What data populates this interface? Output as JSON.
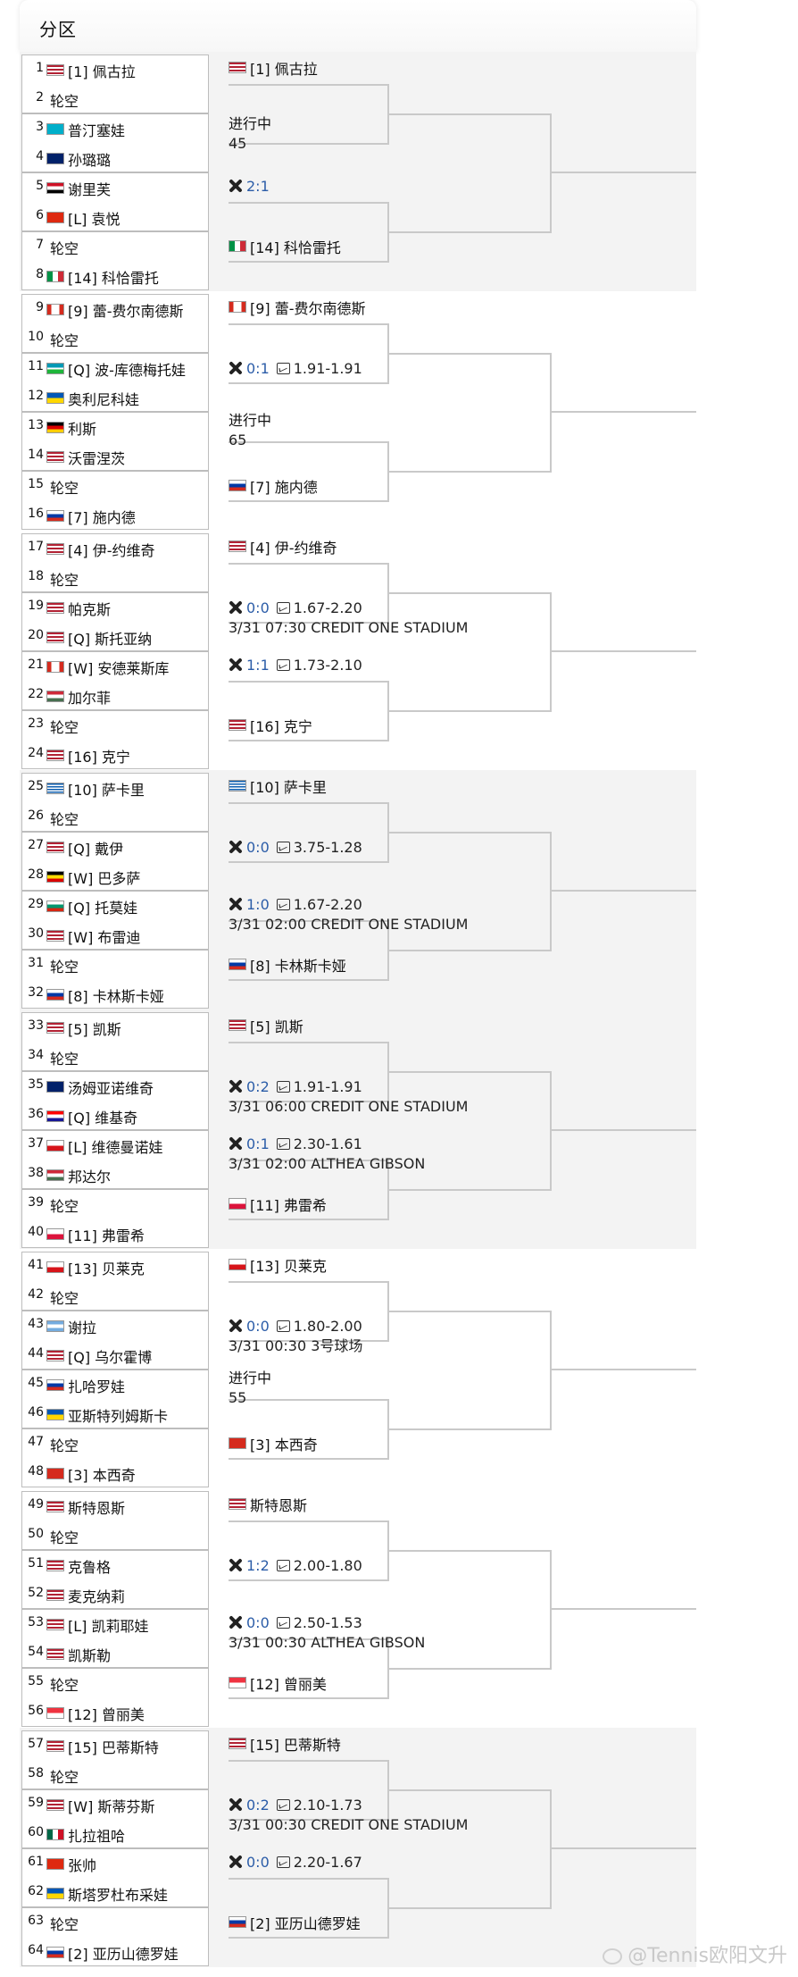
{
  "header": {
    "title": "分区"
  },
  "colors": {
    "background": "#ffffff",
    "section_alt_bg": "#f3f3f3",
    "line": "#c9c9c9",
    "score": "#2c5da8"
  },
  "sections": [
    {
      "alt": true,
      "players": [
        {
          "num": "1",
          "flag": "usa",
          "name": "[1] 佩古拉"
        },
        {
          "num": "2",
          "flag": "",
          "name": "轮空"
        },
        {
          "num": "3",
          "flag": "kaz",
          "name": "普汀塞娃"
        },
        {
          "num": "4",
          "flag": "aus",
          "name": "孙璐璐"
        },
        {
          "num": "5",
          "flag": "egy",
          "name": "谢里芙"
        },
        {
          "num": "6",
          "flag": "chn",
          "name": "[L] 袁悦"
        },
        {
          "num": "7",
          "flag": "",
          "name": "轮空"
        },
        {
          "num": "8",
          "flag": "ita",
          "name": "[14] 科恰雷托"
        }
      ],
      "matches": [
        {
          "type": "winner",
          "flag": "usa",
          "name": "[1] 佩古拉"
        },
        {
          "type": "info",
          "line1": "进行中",
          "line2": "45"
        },
        {
          "type": "score",
          "score": "2:1",
          "odds": "",
          "line2": ""
        },
        {
          "type": "winner",
          "flag": "ita",
          "name": "[14] 科恰雷托"
        }
      ]
    },
    {
      "alt": false,
      "players": [
        {
          "num": "9",
          "flag": "can",
          "name": "[9] 蕾-费尔南德斯"
        },
        {
          "num": "10",
          "flag": "",
          "name": "轮空"
        },
        {
          "num": "11",
          "flag": "uzb",
          "name": "[Q] 波-库德梅托娃"
        },
        {
          "num": "12",
          "flag": "ukr",
          "name": "奥利尼科娃"
        },
        {
          "num": "13",
          "flag": "ger",
          "name": "利斯"
        },
        {
          "num": "14",
          "flag": "usa",
          "name": "沃雷涅茨"
        },
        {
          "num": "15",
          "flag": "",
          "name": "轮空"
        },
        {
          "num": "16",
          "flag": "rus",
          "name": "[7] 施内德"
        }
      ],
      "matches": [
        {
          "type": "winner",
          "flag": "can",
          "name": "[9] 蕾-费尔南德斯"
        },
        {
          "type": "score",
          "score": "0:1",
          "odds": "1.91-1.91",
          "line2": ""
        },
        {
          "type": "info",
          "line1": "进行中",
          "line2": "65"
        },
        {
          "type": "winner",
          "flag": "rus",
          "name": "[7] 施内德"
        }
      ]
    },
    {
      "alt": false,
      "players": [
        {
          "num": "17",
          "flag": "usa",
          "name": "[4] 伊-约维奇"
        },
        {
          "num": "18",
          "flag": "",
          "name": "轮空"
        },
        {
          "num": "19",
          "flag": "usa",
          "name": "帕克斯"
        },
        {
          "num": "20",
          "flag": "usa",
          "name": "[Q] 斯托亚纳"
        },
        {
          "num": "21",
          "flag": "can",
          "name": "[W] 安德莱斯库"
        },
        {
          "num": "22",
          "flag": "hun",
          "name": "加尔菲"
        },
        {
          "num": "23",
          "flag": "",
          "name": "轮空"
        },
        {
          "num": "24",
          "flag": "usa",
          "name": "[16] 克宁"
        }
      ],
      "matches": [
        {
          "type": "winner",
          "flag": "usa",
          "name": "[4] 伊-约维奇"
        },
        {
          "type": "score",
          "score": "0:0",
          "odds": "1.67-2.20",
          "line2": "3/31 07:30 CREDIT ONE STADIUM"
        },
        {
          "type": "score",
          "score": "1:1",
          "odds": "1.73-2.10",
          "line2": ""
        },
        {
          "type": "winner",
          "flag": "usa",
          "name": "[16] 克宁"
        }
      ]
    },
    {
      "alt": true,
      "players": [
        {
          "num": "25",
          "flag": "gre",
          "name": "[10] 萨卡里"
        },
        {
          "num": "26",
          "flag": "",
          "name": "轮空"
        },
        {
          "num": "27",
          "flag": "usa",
          "name": "[Q] 戴伊"
        },
        {
          "num": "28",
          "flag": "uga",
          "name": "[W] 巴多萨"
        },
        {
          "num": "29",
          "flag": "bul",
          "name": "[Q] 托莫娃"
        },
        {
          "num": "30",
          "flag": "usa",
          "name": "[W] 布雷迪"
        },
        {
          "num": "31",
          "flag": "",
          "name": "轮空"
        },
        {
          "num": "32",
          "flag": "rus",
          "name": "[8] 卡林斯卡娅"
        }
      ],
      "matches": [
        {
          "type": "winner",
          "flag": "gre",
          "name": "[10] 萨卡里"
        },
        {
          "type": "score",
          "score": "0:0",
          "odds": "3.75-1.28",
          "line2": ""
        },
        {
          "type": "score",
          "score": "1:0",
          "odds": "1.67-2.20",
          "line2": "3/31 02:00 CREDIT ONE STADIUM"
        },
        {
          "type": "winner",
          "flag": "rus",
          "name": "[8] 卡林斯卡娅"
        }
      ]
    },
    {
      "alt": true,
      "players": [
        {
          "num": "33",
          "flag": "usa",
          "name": "[5] 凯斯"
        },
        {
          "num": "34",
          "flag": "",
          "name": "轮空"
        },
        {
          "num": "35",
          "flag": "aus",
          "name": "汤姆亚诺维奇"
        },
        {
          "num": "36",
          "flag": "cro",
          "name": "[Q] 维基奇"
        },
        {
          "num": "37",
          "flag": "cze",
          "name": "[L] 维德曼诺娃"
        },
        {
          "num": "38",
          "flag": "hun",
          "name": "邦达尔"
        },
        {
          "num": "39",
          "flag": "",
          "name": "轮空"
        },
        {
          "num": "40",
          "flag": "pol",
          "name": "[11] 弗雷希"
        }
      ],
      "matches": [
        {
          "type": "winner",
          "flag": "usa",
          "name": "[5] 凯斯"
        },
        {
          "type": "score",
          "score": "0:2",
          "odds": "1.91-1.91",
          "line2": "3/31 06:00 CREDIT ONE STADIUM"
        },
        {
          "type": "score",
          "score": "0:1",
          "odds": "2.30-1.61",
          "line2": "3/31 02:00 ALTHEA GIBSON"
        },
        {
          "type": "winner",
          "flag": "pol",
          "name": "[11] 弗雷希"
        }
      ]
    },
    {
      "alt": false,
      "players": [
        {
          "num": "41",
          "flag": "cze",
          "name": "[13] 贝莱克"
        },
        {
          "num": "42",
          "flag": "",
          "name": "轮空"
        },
        {
          "num": "43",
          "flag": "arg",
          "name": "谢拉"
        },
        {
          "num": "44",
          "flag": "usa",
          "name": "[Q] 乌尔霍博"
        },
        {
          "num": "45",
          "flag": "rus",
          "name": "扎哈罗娃"
        },
        {
          "num": "46",
          "flag": "ukr",
          "name": "亚斯特列姆斯卡"
        },
        {
          "num": "47",
          "flag": "",
          "name": "轮空"
        },
        {
          "num": "48",
          "flag": "sui",
          "name": "[3] 本西奇"
        }
      ],
      "matches": [
        {
          "type": "winner",
          "flag": "cze",
          "name": "[13] 贝莱克"
        },
        {
          "type": "score",
          "score": "0:0",
          "odds": "1.80-2.00",
          "line2": "3/31 00:30 3号球场"
        },
        {
          "type": "info",
          "line1": "进行中",
          "line2": "55"
        },
        {
          "type": "winner",
          "flag": "sui",
          "name": "[3] 本西奇"
        }
      ]
    },
    {
      "alt": false,
      "players": [
        {
          "num": "49",
          "flag": "usa",
          "name": "斯特恩斯"
        },
        {
          "num": "50",
          "flag": "",
          "name": "轮空"
        },
        {
          "num": "51",
          "flag": "usa",
          "name": "克鲁格"
        },
        {
          "num": "52",
          "flag": "usa",
          "name": "麦克纳莉"
        },
        {
          "num": "53",
          "flag": "usa",
          "name": "[L] 凯莉耶娃"
        },
        {
          "num": "54",
          "flag": "usa",
          "name": "凯斯勒"
        },
        {
          "num": "55",
          "flag": "",
          "name": "轮空"
        },
        {
          "num": "56",
          "flag": "sgp",
          "name": "[12] 曾丽美"
        }
      ],
      "matches": [
        {
          "type": "winner",
          "flag": "usa",
          "name": "斯特恩斯"
        },
        {
          "type": "score",
          "score": "1:2",
          "odds": "2.00-1.80",
          "line2": ""
        },
        {
          "type": "score",
          "score": "0:0",
          "odds": "2.50-1.53",
          "line2": "3/31 00:30 ALTHEA GIBSON"
        },
        {
          "type": "winner",
          "flag": "sgp",
          "name": "[12] 曾丽美"
        }
      ]
    },
    {
      "alt": true,
      "players": [
        {
          "num": "57",
          "flag": "usa",
          "name": "[15] 巴蒂斯特"
        },
        {
          "num": "58",
          "flag": "",
          "name": "轮空"
        },
        {
          "num": "59",
          "flag": "usa",
          "name": "[W] 斯蒂芬斯"
        },
        {
          "num": "60",
          "flag": "mex",
          "name": "扎拉祖哈"
        },
        {
          "num": "61",
          "flag": "chn",
          "name": "张帅"
        },
        {
          "num": "62",
          "flag": "ukr",
          "name": "斯塔罗杜布采娃"
        },
        {
          "num": "63",
          "flag": "",
          "name": "轮空"
        },
        {
          "num": "64",
          "flag": "rus",
          "name": "[2] 亚历山德罗娃"
        }
      ],
      "matches": [
        {
          "type": "winner",
          "flag": "usa",
          "name": "[15] 巴蒂斯特"
        },
        {
          "type": "score",
          "score": "0:2",
          "odds": "2.10-1.73",
          "line2": "3/31 00:30 CREDIT ONE STADIUM"
        },
        {
          "type": "score",
          "score": "0:0",
          "odds": "2.20-1.67",
          "line2": ""
        },
        {
          "type": "winner",
          "flag": "rus",
          "name": "[2] 亚历山德罗娃"
        }
      ]
    }
  ],
  "watermark": {
    "text": "@Tennis欧阳文升"
  }
}
